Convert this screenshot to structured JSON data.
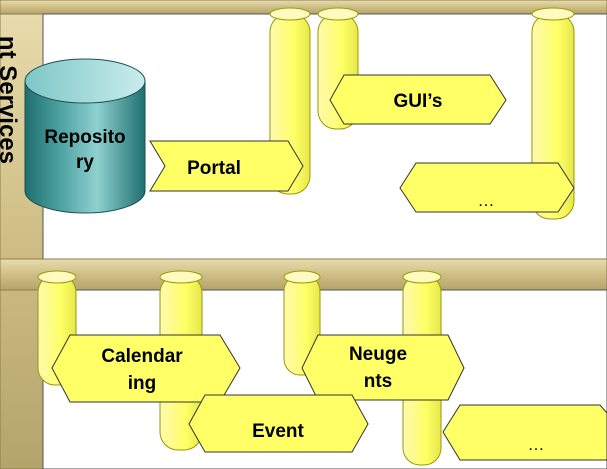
{
  "side_label": "nt Services",
  "repository": {
    "label_line1": "Reposito",
    "label_line2": "ry"
  },
  "nodes": {
    "portal": {
      "label": "Portal"
    },
    "guis": {
      "label": "GUI’s"
    },
    "top_more": {
      "label": "…"
    },
    "calendaring": {
      "label_line1": "Calendar",
      "label_line2": "ing"
    },
    "neugents": {
      "label_line1": "Neuge",
      "label_line2": "nts"
    },
    "event": {
      "label": "Event"
    },
    "bottom_more": {
      "label": "…"
    }
  },
  "colors": {
    "band": "#d4c48a",
    "band_border": "#8a7c50",
    "pipe_fill": "#ffff99",
    "pipe_edge": "#b3b300",
    "node_fill": "#ffff66",
    "repository_fill": "#2e8b8b"
  }
}
